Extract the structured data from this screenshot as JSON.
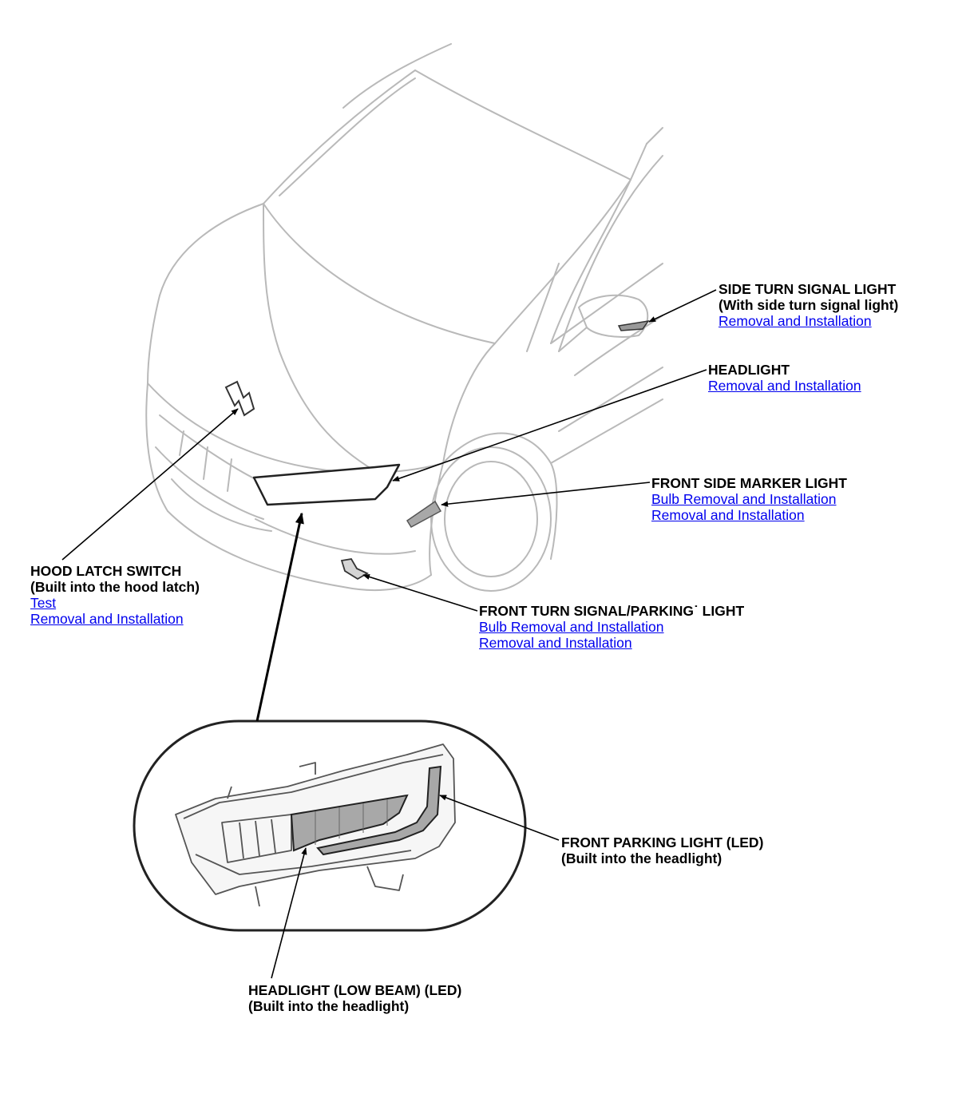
{
  "colors": {
    "link": "#0000ee",
    "text": "#000000",
    "line": "#b9b9b9",
    "dark_line": "#222222",
    "lamp_fill": "#a8a8a8"
  },
  "callouts": {
    "side_turn": {
      "title": "SIDE TURN SIGNAL LIGHT",
      "sub": "(With side turn signal light)",
      "links": [
        "Removal and Installation"
      ]
    },
    "headlight": {
      "title": "HEADLIGHT",
      "links": [
        "Removal and Installation"
      ]
    },
    "marker": {
      "title": "FRONT SIDE MARKER LIGHT",
      "links": [
        "Bulb Removal and Installation",
        "Removal and Installation"
      ]
    },
    "hood": {
      "title": "HOOD LATCH SWITCH",
      "sub": "(Built into the hood latch)",
      "links": [
        "Test",
        "Removal and Installation"
      ]
    },
    "turn": {
      "title": "FRONT TURN SIGNAL/PARKING˙ LIGHT",
      "links": [
        "Bulb Removal and Installation",
        "Removal and Installation"
      ]
    },
    "parking": {
      "title": "FRONT PARKING LIGHT (LED)",
      "sub": "(Built into the headlight)"
    },
    "lowbeam": {
      "title": "HEADLIGHT (LOW BEAM) (LED)",
      "sub": "(Built into the headlight)"
    }
  }
}
